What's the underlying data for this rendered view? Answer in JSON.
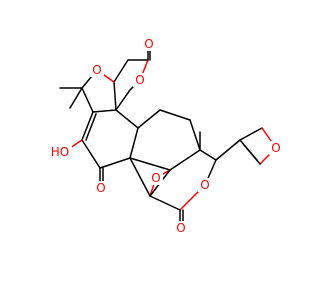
{
  "colors": {
    "background": "#ffffff",
    "bond": "#000000",
    "oxygen": "#ff0000"
  },
  "atom_labels": {
    "carbonyl_oxygen_top": "O",
    "ether_oxygen_furan": "O",
    "lactone_oxygen_upper": "O",
    "hydroxyl": "HO",
    "ketone_oxygen": "O",
    "epoxide_oxygen": "O",
    "lactone_oxygen_lower": "O",
    "carbonyl_oxygen_bottom": "O",
    "furan_oxygen": "O"
  }
}
